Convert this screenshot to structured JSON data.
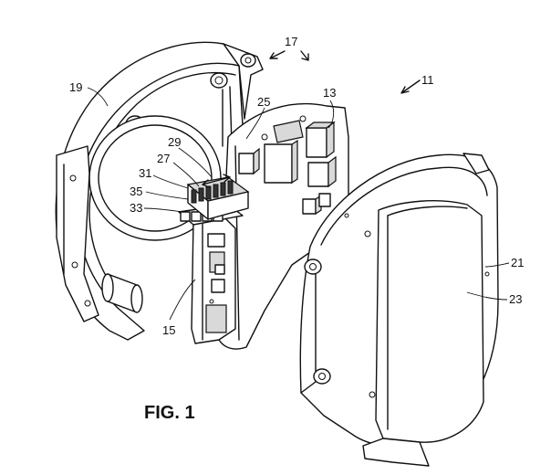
{
  "figure": {
    "caption": "FIG. 1",
    "refs": {
      "r11": "11",
      "r13": "13",
      "r15": "15",
      "r17": "17",
      "r19": "19",
      "r21": "21",
      "r23": "23",
      "r25": "25",
      "r27": "27",
      "r29": "29",
      "r31": "31",
      "r33": "33",
      "r35": "35"
    }
  }
}
